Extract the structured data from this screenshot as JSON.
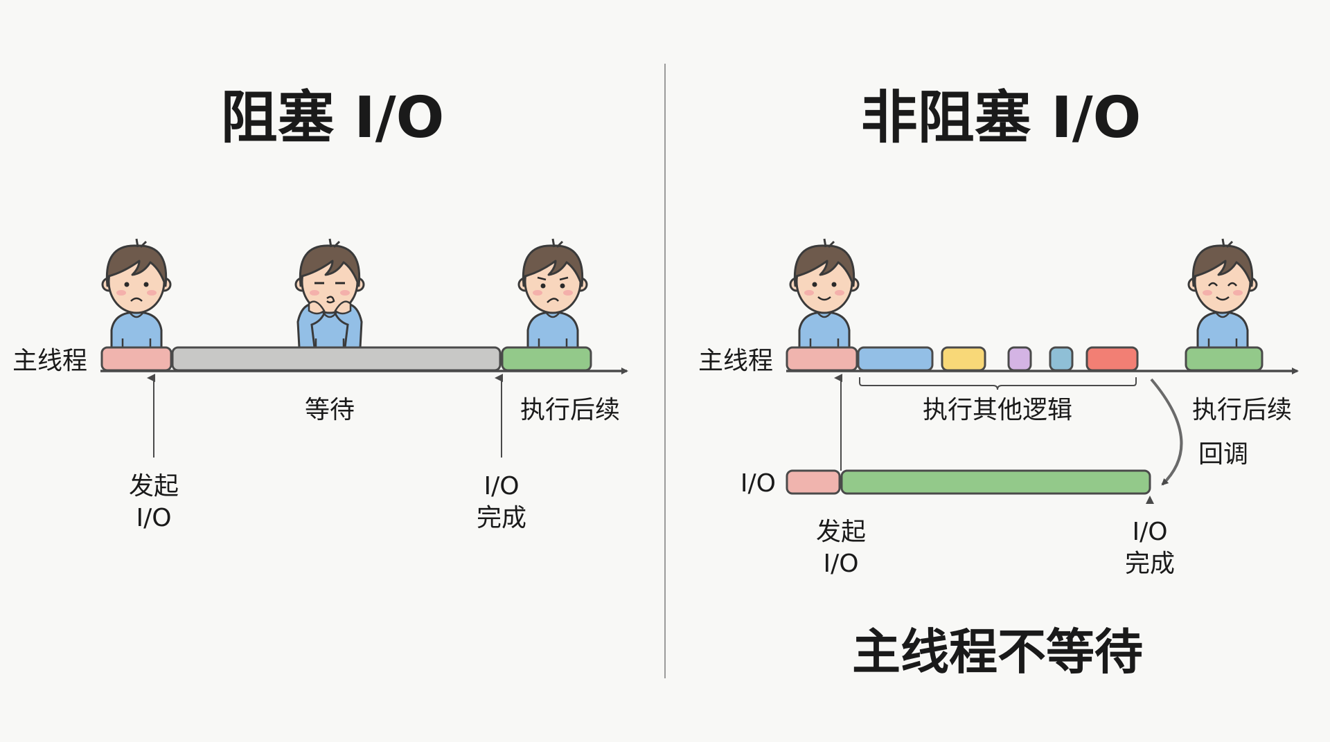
{
  "left": {
    "title": "阻塞 I/O",
    "thread_label": "主线程",
    "wait_label": "等待",
    "continue_label": "执行后续",
    "issue_label": [
      "发起",
      "I/O"
    ],
    "complete_label": [
      "I/O",
      "完成"
    ]
  },
  "right": {
    "title": "非阻塞 I/O",
    "thread_label": "主线程",
    "other_logic_label": "执行其他逻辑",
    "continue_label": "执行后续",
    "callback_label": "回调",
    "io_label": "I/O",
    "issue_label": [
      "发起",
      "I/O"
    ],
    "complete_label": [
      "I/O",
      "完成"
    ],
    "footer": "主线程不等待"
  },
  "colors": {
    "pink": "#f0b4ae",
    "gray": "#c8c8c6",
    "green": "#93c98a",
    "blue": "#93bfe6",
    "yellow": "#f8d878",
    "purple": "#d4b4e4",
    "teal": "#8fbfd6",
    "red": "#f27f74",
    "hair": "#6e5a4c",
    "skin": "#f8d6bd",
    "shirt": "#93bfe6"
  }
}
